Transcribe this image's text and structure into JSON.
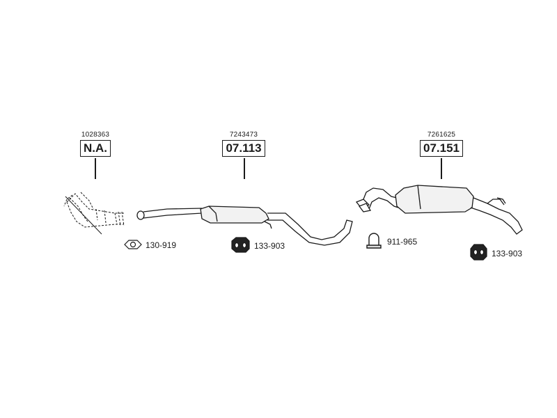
{
  "parts": [
    {
      "ref": "1028363",
      "code": "N.A."
    },
    {
      "ref": "7243473",
      "code": "07.113"
    },
    {
      "ref": "7261625",
      "code": "07.151"
    }
  ],
  "accessories": [
    {
      "code": "130-919",
      "icon": "gasket-ring-icon"
    },
    {
      "code": "133-903",
      "icon": "rubber-hanger-icon"
    },
    {
      "code": "911-965",
      "icon": "pipe-clamp-icon"
    },
    {
      "code": "133-903",
      "icon": "rubber-hanger-icon"
    }
  ],
  "colors": {
    "line": "#1a1a1a",
    "fill": "#f2f2f2",
    "background": "#ffffff"
  }
}
